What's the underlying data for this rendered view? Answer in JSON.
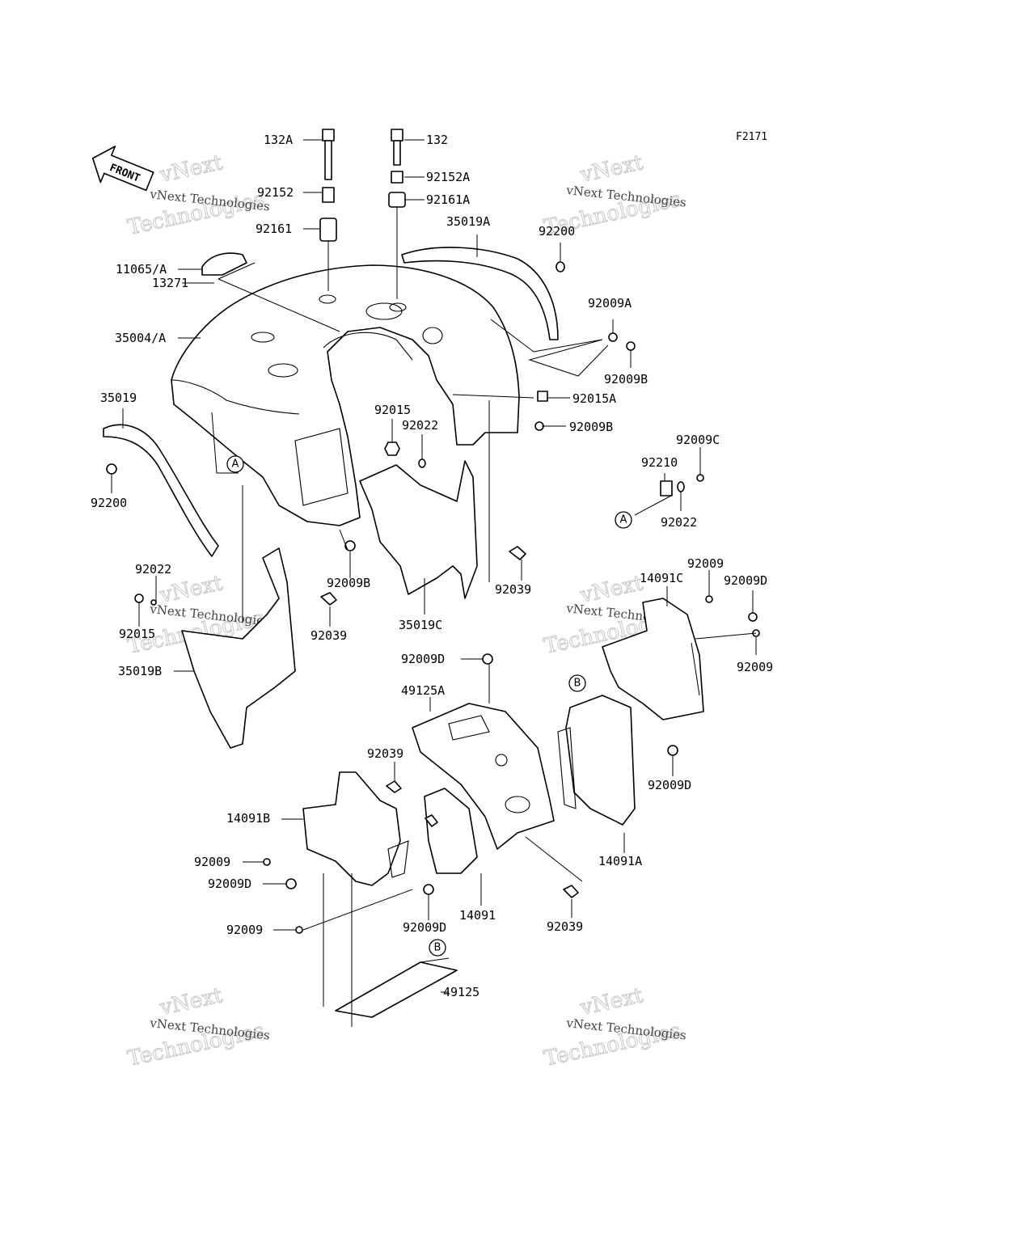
{
  "figure_code": "F2171",
  "front_label": "FRONT",
  "watermark": {
    "line1": "vNext",
    "line2": "Technologies",
    "small": "vNext Technologies"
  },
  "references": [
    "A",
    "A",
    "B",
    "B"
  ],
  "labels": {
    "l132A": "132A",
    "l132": "132",
    "l92152": "92152",
    "l92152A": "92152A",
    "l92161": "92161",
    "l92161A": "92161A",
    "l35019A": "35019A",
    "l92200a": "92200",
    "l11065": "11065/A",
    "l13271": "13271",
    "l35004": "35004/A",
    "l92009A": "92009A",
    "l92009Ba": "92009B",
    "l92015A": "92015A",
    "l35019": "35019",
    "l92015a": "92015",
    "l92022a": "92022",
    "l92009Bb": "92009B",
    "l92009C": "92009C",
    "l92210": "92210",
    "l92022b": "92022",
    "l92200b": "92200",
    "l92009Bc": "92009B",
    "l92039a": "92039",
    "l92022c": "92022",
    "l92015b": "92015",
    "l92039b": "92039",
    "l35019C": "35019C",
    "l35019B": "35019B",
    "l14091C": "14091C",
    "l92009a": "92009",
    "l92009Da": "92009D",
    "l92009b": "92009",
    "l92009Db": "92009D",
    "l49125A": "49125A",
    "l92039c": "92039",
    "l92009Dc": "92009D",
    "l14091B": "14091B",
    "l92009c": "92009",
    "l92009Dd": "92009D",
    "l14091A": "14091A",
    "l92009d": "92009",
    "l92009De": "92009D",
    "l14091": "14091",
    "l92039d": "92039",
    "l49125": "49125"
  }
}
